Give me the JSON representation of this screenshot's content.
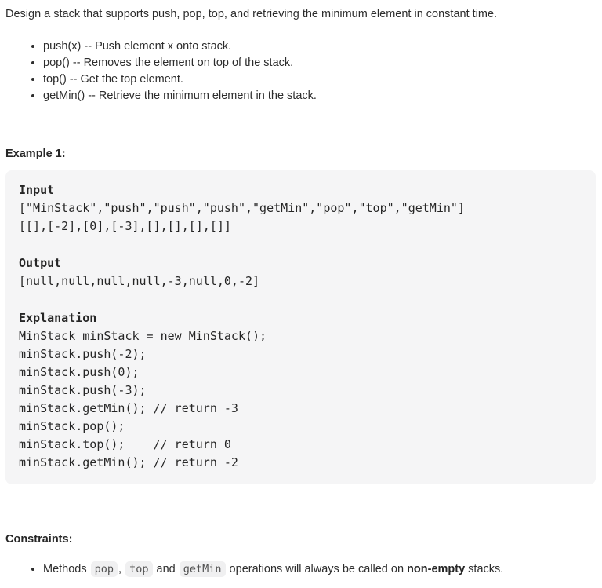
{
  "description": "Design a stack that supports push, pop, top, and retrieving the minimum element in constant time.",
  "api_list": [
    "push(x) -- Push element x onto stack.",
    "pop() -- Removes the element on top of the stack.",
    "top() -- Get the top element.",
    "getMin() -- Retrieve the minimum element in the stack."
  ],
  "example": {
    "heading": "Example 1:",
    "input_label": "Input",
    "input_lines": [
      "[\"MinStack\",\"push\",\"push\",\"push\",\"getMin\",\"pop\",\"top\",\"getMin\"]",
      "[[],[-2],[0],[-3],[],[],[],[]]"
    ],
    "output_label": "Output",
    "output_lines": [
      "[null,null,null,null,-3,null,0,-2]"
    ],
    "explanation_label": "Explanation",
    "explanation_lines": [
      "MinStack minStack = new MinStack();",
      "minStack.push(-2);",
      "minStack.push(0);",
      "minStack.push(-3);",
      "minStack.getMin(); // return -3",
      "minStack.pop();",
      "minStack.top();    // return 0",
      "minStack.getMin(); // return -2"
    ]
  },
  "constraints": {
    "heading": "Constraints:",
    "item": {
      "t1": "Methods ",
      "code1": "pop",
      "t2": ", ",
      "code2": "top",
      "t3": " and ",
      "code3": "getMin",
      "t4": " operations will always be called on ",
      "bold": "non-empty",
      "t5": " stacks."
    }
  },
  "colors": {
    "example_block_bg": "#f5f5f6",
    "inline_code_bg": "#f0f0f1",
    "body_text": "#2d2d2d"
  }
}
